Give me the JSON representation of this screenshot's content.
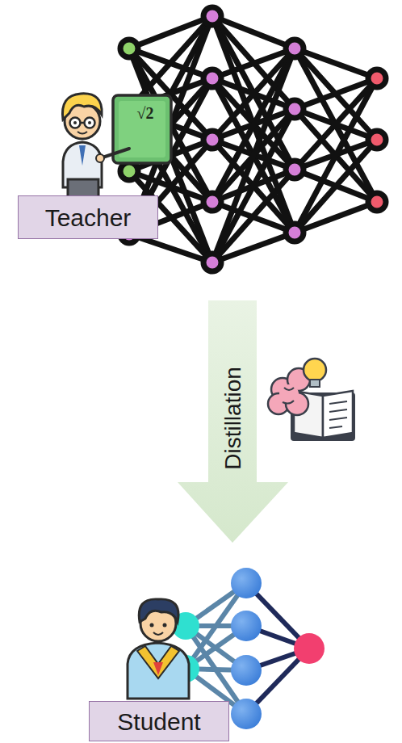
{
  "diagram": {
    "nodes": [
      {
        "text": [
          "Teacher"
        ]
      },
      {
        "text": [
          "Student"
        ]
      }
    ],
    "labels": [
      "√2",
      "Distillation"
    ]
  }
}
